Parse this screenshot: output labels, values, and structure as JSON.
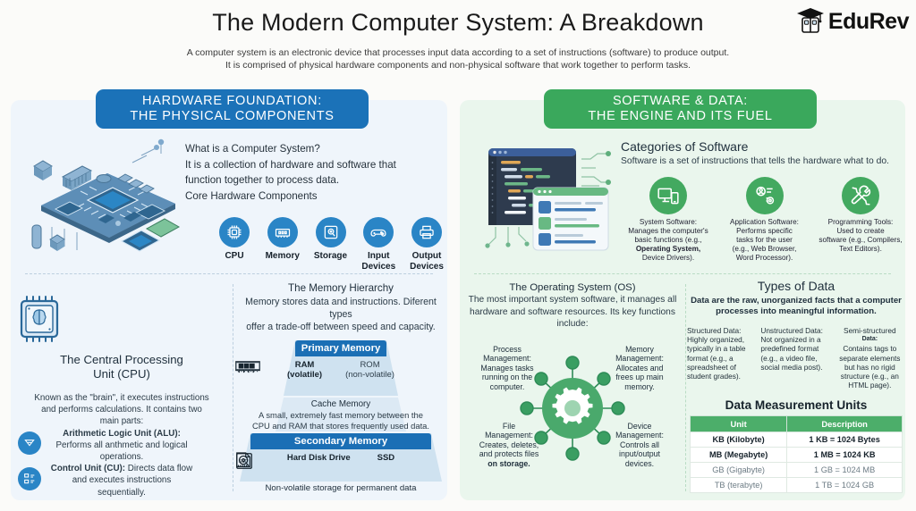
{
  "header": {
    "title": "The Modern Computer System: A Breakdown",
    "subtitle_line1": "A computer system is an electronic device that processes input data according to a set of instructions (software) to produce output.",
    "subtitle_line2": "It is comprised of physical hardware components and non-physical software that work together to perform tasks.",
    "logo_text": "EduRev"
  },
  "colors": {
    "hardware_blue": "#1b72b8",
    "software_green": "#3aa85c",
    "left_panel_bg": "#eff5fb",
    "right_panel_bg": "#eaf6ed",
    "icon_blue": "#2a85c6",
    "icon_green": "#43a960",
    "table_header_green": "#4cae6a"
  },
  "left_panel": {
    "head_line1": "HARDWARE FOUNDATION:",
    "head_line2": "THE PHYSICAL COMPONENTS",
    "intro": {
      "heading": "What is a Computer System?",
      "line1": "It is a collection of hardware and software that",
      "line2": "function together to process data.",
      "line3": "Core Hardware Components"
    },
    "components": [
      {
        "label": "CPU",
        "icon": "cpu-chip-icon"
      },
      {
        "label": "Memory",
        "icon": "memory-ram-icon"
      },
      {
        "label": "Storage",
        "icon": "hard-drive-icon"
      },
      {
        "label": "Input\nDevices",
        "icon": "gamepad-icon"
      },
      {
        "label": "Output\nDevices",
        "icon": "printer-icon"
      }
    ],
    "cpu": {
      "title_line1": "The Central Processing",
      "title_line2": "Unit (CPU)",
      "desc_line1": "Known as the \"brain\", it executes instructions",
      "desc_line2": "and performs calculations. It contains two",
      "desc_line3": "main parts:",
      "alu_label": "Arithmetic Logic Unit (ALU):",
      "alu_desc_line1": "Performs all anthmetic and logical",
      "alu_desc_line2": "operations.",
      "cu_label": "Control Unit (CU):",
      "cu_desc_line1": "Directs data flow",
      "cu_desc_line2": "and executes instructions",
      "cu_desc_line3": "sequentially."
    },
    "memory": {
      "title": "The Memory Hierarchy",
      "sub_line1": "Memory stores data and instructions. Diferent types",
      "sub_line2": "offer a trade-off between speed and capacity.",
      "primary_band": "Primary Memory",
      "ram_line1": "RAM",
      "ram_line2": "(volatile)",
      "rom_line1": "ROM",
      "rom_line2": "(non-volatile)",
      "cache_title": "Cache Memory",
      "cache_line1": "A small, extremely fast memory between the",
      "cache_line2": "CPU and RAM that stores frequently used data.",
      "secondary_band": "Secondary Memory",
      "hdd_label": "Hard Disk Drive",
      "ssd_label": "SSD",
      "ssd_glyph": "SSD",
      "footer": "Non-volatile storage for permanent data"
    }
  },
  "right_panel": {
    "head_line1": "SOFTWARE & DATA:",
    "head_line2": "THE ENGINE AND ITS FUEL",
    "categories": {
      "heading": "Categories of Software",
      "sub": "Software is a set of instructions that tells the hardware what to do.",
      "cards": [
        {
          "icon": "devices-monitor-phone-icon",
          "line1": "System Software:",
          "line2": "Manages the computer's",
          "line3": "basic functions (e.g.,",
          "bold": "Operating System,",
          "line4": "Device Drivers)."
        },
        {
          "icon": "user-settings-gear-icon",
          "line1": "Application Software:",
          "line2": "Performs specific",
          "line3": "tasks for the user",
          "line4": "(e.g., Web Browser,",
          "line5": "Word Processor)."
        },
        {
          "icon": "tools-wrench-screwdriver-icon",
          "line1": "Programming Tools:",
          "line2": "Used to create",
          "line3": "software (e.g., Compilers,",
          "line4": "Text Editors)."
        }
      ]
    },
    "os": {
      "title": "The Operating System (OS)",
      "sub_line1": "The most important system software, it manages all",
      "sub_line2": "hardware and software resources. Its key functions include:",
      "functions": [
        {
          "title_line1": "Process",
          "title_line2": "Management:",
          "desc_line1": "Manages tasks",
          "desc_line2": "running on the",
          "desc_line3": "computer."
        },
        {
          "title_line1": "Memory",
          "title_line2": "Management:",
          "desc_line1": "Allocates and",
          "desc_line2": "frees up main",
          "desc_line3": "memory."
        },
        {
          "title_line1": "File",
          "title_line2": "Management:",
          "desc_line1": "Creates, deletes,",
          "desc_line2": "and protects files",
          "desc_bold": "on storage."
        },
        {
          "title_line1": "Device",
          "title_line2": "Management:",
          "desc_line1": "Controls all",
          "desc_line2": "input/output",
          "desc_line3": "devices."
        }
      ]
    },
    "data": {
      "title": "Types of Data",
      "sub_line1": "Data are the raw, unorganized facts that a computer",
      "sub_line2": "processes into meaningful information.",
      "columns": [
        {
          "head": "Structured Data:",
          "line1": "Highly organized,",
          "line2": "typically in a table",
          "line3": "format (e.g., a",
          "line4": "spreadsheet of",
          "line5": "student grades)."
        },
        {
          "head": "Unstructured Data:",
          "line1": "Not organized in a",
          "line2": "predefined format",
          "line3": "(e.g., a video file,",
          "line4": "social media post)."
        },
        {
          "head": "Semi-structured",
          "head_bold": "Data:",
          "line1": "Contains tags to",
          "line2": "separate elements",
          "line3": "but has no rigid",
          "line4": "structure (e.g., an",
          "line5": "HTML page)."
        }
      ],
      "table": {
        "title": "Data Measurement Units",
        "headers": [
          "Unit",
          "Description"
        ],
        "rows": [
          {
            "unit": "KB (Kilobyte)",
            "desc": "1 KB = 1024 Bytes",
            "style": "strong"
          },
          {
            "unit": "MB (Megabyte)",
            "desc": "1 MB = 1024 KB",
            "style": "strong"
          },
          {
            "unit": "GB (Gigabyte)",
            "desc": "1 GB = 1024 MB",
            "style": "dim"
          },
          {
            "unit": "TB (terabyte)",
            "desc": "1 TB = 1024 GB",
            "style": "dim"
          }
        ]
      }
    }
  }
}
